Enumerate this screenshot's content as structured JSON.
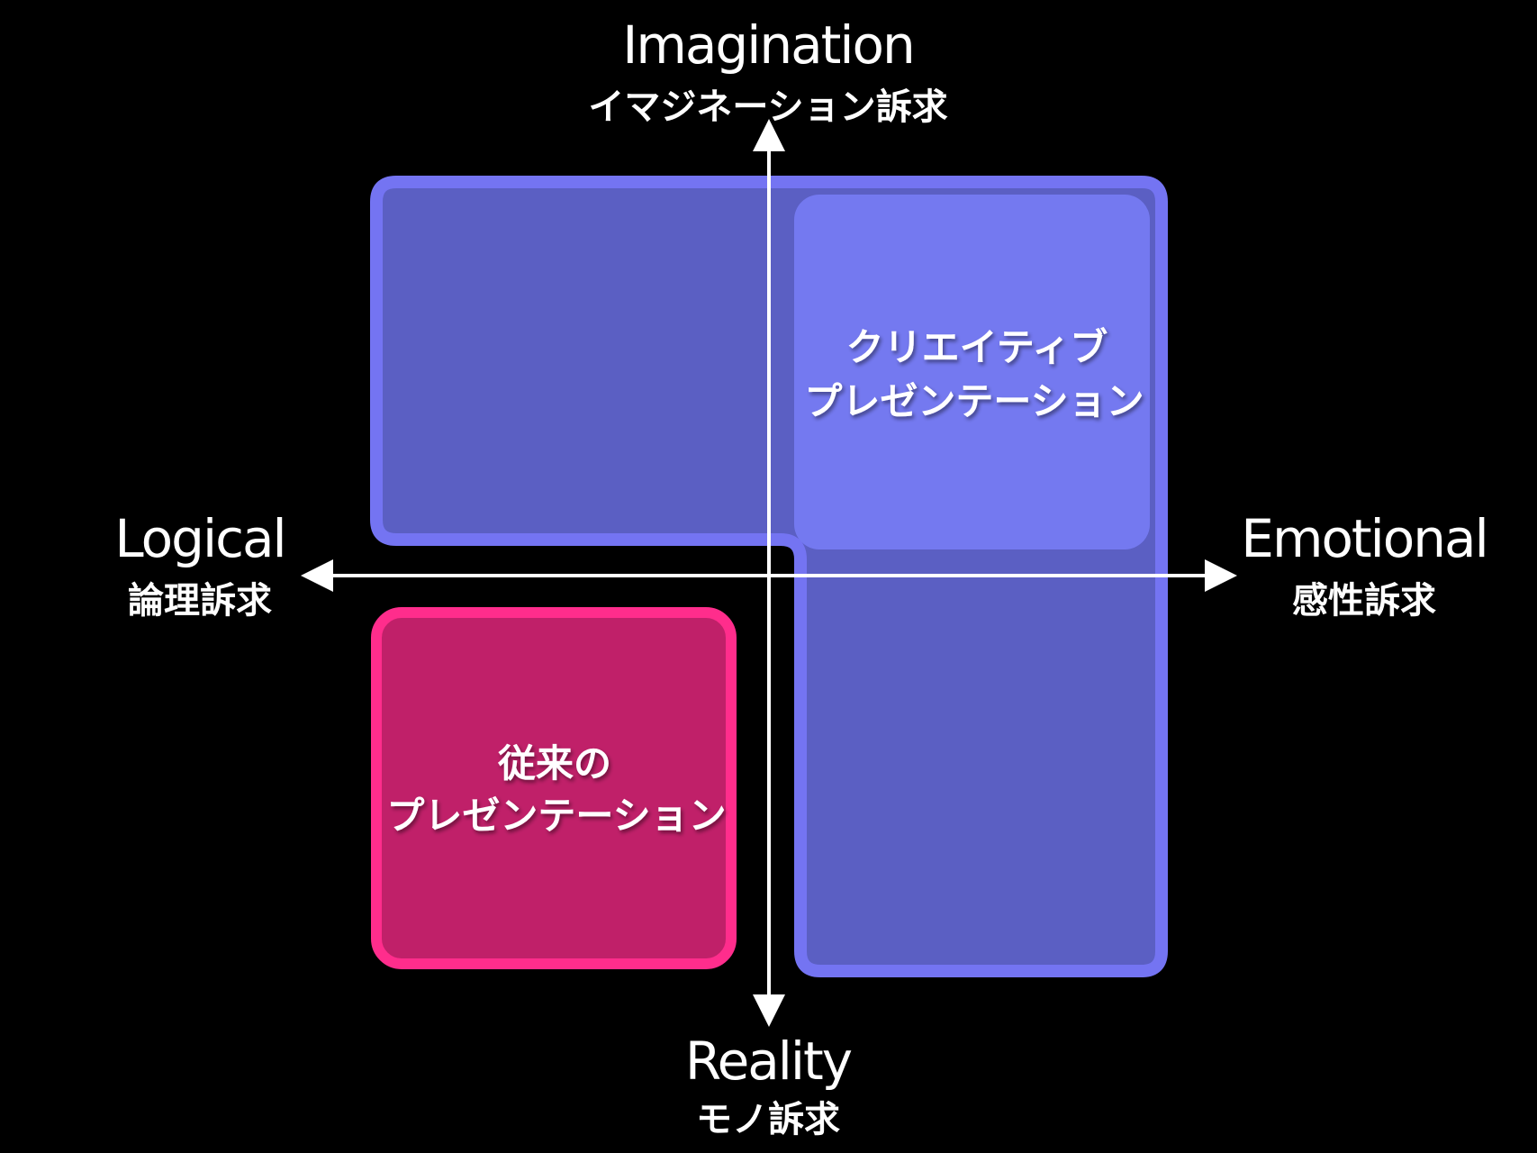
{
  "axes": {
    "top": {
      "en": "Imagination",
      "ja": "イマジネーション訴求"
    },
    "bottom": {
      "en": "Reality",
      "ja": "モノ訴求"
    },
    "left": {
      "en": "Logical",
      "ja": "論理訴求"
    },
    "right": {
      "en": "Emotional",
      "ja": "感性訴求"
    }
  },
  "boxes": {
    "creative": {
      "line1": "クリエイティブ",
      "line2": "プレゼンテーション"
    },
    "traditional": {
      "line1": "従来の",
      "line2": "プレゼンテーション"
    }
  },
  "colors": {
    "background": "#000000",
    "creative_outer_border": "#7474f2",
    "creative_outer_fill": "#5b5fc3",
    "creative_highlight_fill": "#7479f0",
    "traditional_border": "#ff2d8c",
    "traditional_fill": "#c02069",
    "axis": "#ffffff",
    "text": "#ffffff"
  }
}
